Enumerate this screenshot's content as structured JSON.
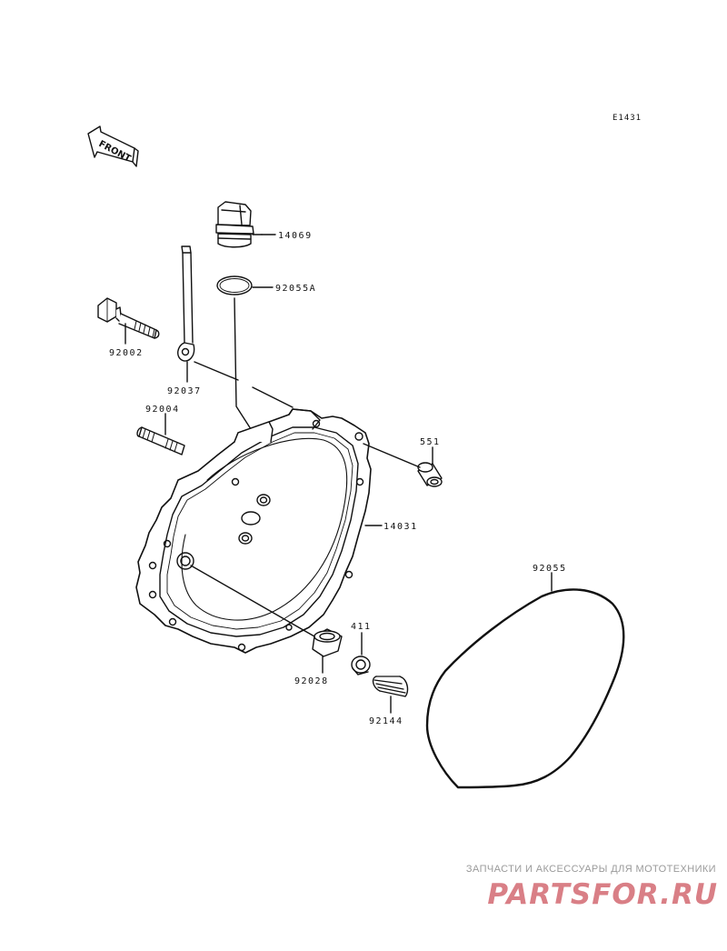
{
  "diagram": {
    "code": "E1431",
    "front_label": "FRONT",
    "parts": {
      "oil_filler_cap": "14069",
      "o_ring": "92055A",
      "bolt": "92002",
      "dipstick": "92037",
      "stud": "92004",
      "dowel_pin": "551",
      "cover": "14031",
      "gasket": "92055",
      "bushing": "92028",
      "collar": "411",
      "spring": "92144"
    }
  },
  "watermark": {
    "tagline": "ЗАПЧАСТИ И АКСЕССУАРЫ ДЛЯ МОТОТЕХНИКИ",
    "logo": "PARTSFOR.RU",
    "color": "#d97f86"
  }
}
